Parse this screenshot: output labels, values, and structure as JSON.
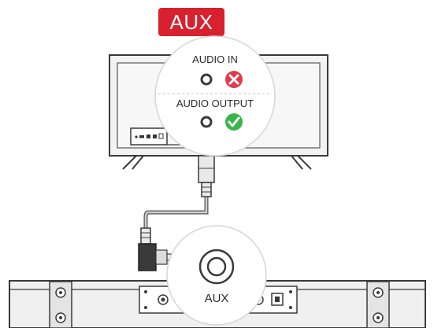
{
  "badge": {
    "label": "AUX",
    "color": "#d8202f"
  },
  "tv_callout": {
    "audio_in_label": "AUDIO IN",
    "audio_in_status": "not-supported",
    "audio_in_icon": "red-x-icon",
    "audio_output_label": "AUDIO OUTPUT",
    "audio_output_status": "supported",
    "audio_output_icon": "green-check-icon"
  },
  "soundbar_callout": {
    "label": "AUX"
  },
  "colors": {
    "error": "#e23a4a",
    "success": "#39b54a",
    "outline": "#3a3a3a",
    "device_fill": "#ececec"
  }
}
